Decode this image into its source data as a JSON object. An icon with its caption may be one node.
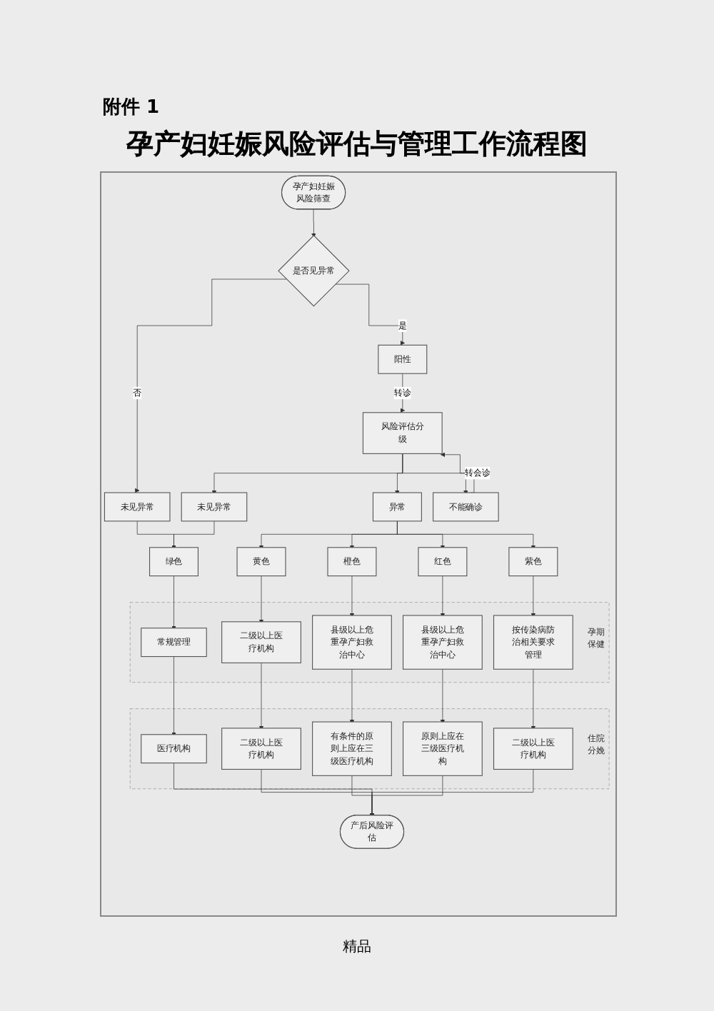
{
  "diagram": {
    "title": "孕产妇妊娠风险评估与管理工作流程图",
    "nodes": [
      {
        "text": [
          "孕产妇妊娠风险筛查"
        ]
      },
      {
        "text": [
          "是否见异常"
        ]
      },
      {
        "text": [
          "阳性"
        ]
      },
      {
        "text": [
          "风险评估分级"
        ]
      },
      {
        "text": [
          "未见异常"
        ]
      },
      {
        "text": [
          "未见异常"
        ]
      },
      {
        "text": [
          "异常"
        ]
      },
      {
        "text": [
          "不能确诊"
        ]
      },
      {
        "text": [
          "绿色"
        ]
      },
      {
        "text": [
          "黄色"
        ]
      },
      {
        "text": [
          "橙色"
        ]
      },
      {
        "text": [
          "红色"
        ]
      },
      {
        "text": [
          "紫色"
        ]
      },
      {
        "text": [
          "孕期保健"
        ]
      },
      {
        "text": [
          "常规管理"
        ],
        "in": 13
      },
      {
        "text": [
          "二级以上医疗机构"
        ],
        "in": 13
      },
      {
        "text": [
          "县级以上危重孕产妇救治中心"
        ],
        "in": 13
      },
      {
        "text": [
          "县级以上危重孕产妇救治中心"
        ],
        "in": 13
      },
      {
        "text": [
          "按传染病防治相关要求管理"
        ],
        "in": 13
      },
      {
        "text": [
          "住院分娩"
        ]
      },
      {
        "text": [
          "医疗机构"
        ],
        "in": 19
      },
      {
        "text": [
          "二级以上医疗机构"
        ],
        "in": 19
      },
      {
        "text": [
          "有条件的原则上应在三级医疗机构"
        ],
        "in": 19
      },
      {
        "text": [
          "原则上应在三级医疗机构"
        ],
        "in": 19
      },
      {
        "text": [
          "二级以上医疗机构"
        ],
        "in": 19
      },
      {
        "text": [
          "产后风险评估"
        ]
      }
    ],
    "edges": [
      {
        "from": 0,
        "to": 1,
        "arrow": "to"
      },
      {
        "from": 1,
        "to": 4,
        "label": "否",
        "arrow": "to"
      },
      {
        "from": 1,
        "to": 2,
        "label": "是",
        "arrow": "to"
      },
      {
        "from": 2,
        "to": 3,
        "label": "转诊",
        "arrow": "to"
      },
      {
        "from": 3,
        "to": 5,
        "arrow": "to"
      },
      {
        "from": 3,
        "to": 6,
        "arrow": "to"
      },
      {
        "from": 3,
        "to": 7,
        "arrow": "to"
      },
      {
        "from": 7,
        "to": 3,
        "label": "转会诊",
        "arrow": "to"
      },
      {
        "from": 4,
        "to": 8,
        "arrow": "to"
      },
      {
        "from": 5,
        "to": 8,
        "arrow": "to"
      },
      {
        "from": 6,
        "to": 9,
        "arrow": "to"
      },
      {
        "from": 6,
        "to": 10,
        "arrow": "to"
      },
      {
        "from": 6,
        "to": 11,
        "arrow": "to"
      },
      {
        "from": 6,
        "to": 12,
        "arrow": "to"
      },
      {
        "from": 8,
        "to": 14,
        "arrow": "to"
      },
      {
        "from": 9,
        "to": 15,
        "arrow": "to"
      },
      {
        "from": 10,
        "to": 16,
        "arrow": "to"
      },
      {
        "from": 11,
        "to": 17,
        "arrow": "to"
      },
      {
        "from": 12,
        "to": 18,
        "arrow": "to"
      },
      {
        "from": 14,
        "to": 20,
        "arrow": "to"
      },
      {
        "from": 15,
        "to": 21,
        "arrow": "to"
      },
      {
        "from": 16,
        "to": 22,
        "arrow": "to"
      },
      {
        "from": 17,
        "to": 23,
        "arrow": "to"
      },
      {
        "from": 18,
        "to": 24,
        "arrow": "to"
      },
      {
        "from": 20,
        "to": 25,
        "arrow": "to"
      },
      {
        "from": 21,
        "to": 25,
        "arrow": "to"
      },
      {
        "from": 22,
        "to": 25,
        "arrow": "to"
      },
      {
        "from": 23,
        "to": 25,
        "arrow": "to"
      },
      {
        "from": 24,
        "to": 25,
        "arrow": "to"
      }
    ],
    "labels": [
      "附件 1",
      "精品"
    ]
  }
}
